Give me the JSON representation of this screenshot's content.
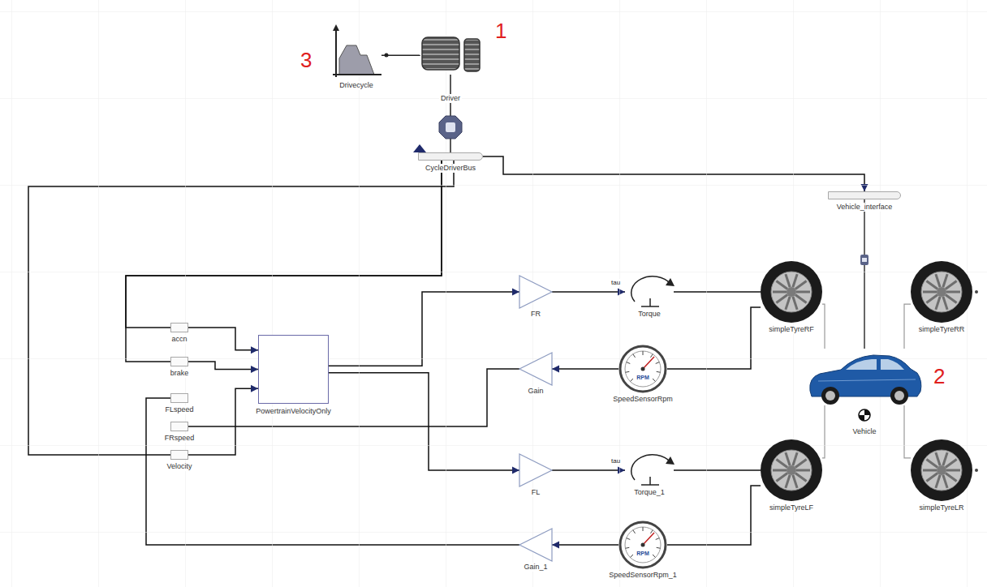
{
  "diagram": {
    "nodes": [
      {
        "text": [
          "Drivecycle"
        ]
      },
      {
        "text": [
          "Driver"
        ]
      },
      {
        "text": [
          "CycleDriverBus"
        ]
      },
      {
        "text": [
          "Vehicle_interface"
        ]
      },
      {
        "text": [
          "FR"
        ]
      },
      {
        "text": [
          "Torque"
        ]
      },
      {
        "text": [
          "simpleTyreRF"
        ]
      },
      {
        "text": [
          "simpleTyreRR"
        ]
      },
      {
        "text": [
          "accn"
        ]
      },
      {
        "text": [
          "brake"
        ]
      },
      {
        "text": [
          "PowertrainVelocityOnly"
        ]
      },
      {
        "text": [
          "SpeedSensorRpm"
        ]
      },
      {
        "text": [
          "Gain"
        ]
      },
      {
        "text": [
          "Vehicle"
        ]
      },
      {
        "text": [
          "FLspeed"
        ]
      },
      {
        "text": [
          "FRspeed"
        ]
      },
      {
        "text": [
          "Velocity"
        ]
      },
      {
        "text": [
          "FL"
        ]
      },
      {
        "text": [
          "Torque_1"
        ]
      },
      {
        "text": [
          "simpleTyreLF"
        ]
      },
      {
        "text": [
          "simpleTyreLR"
        ]
      },
      {
        "text": [
          "Gain_1"
        ]
      },
      {
        "text": [
          "SpeedSensorRpm_1"
        ]
      }
    ],
    "edges": [
      {
        "from": 0,
        "to": 1,
        "arrow": "none"
      },
      {
        "from": 1,
        "to": 2,
        "arrow": "none"
      },
      {
        "from": 2,
        "to": 3,
        "arrow": "to"
      },
      {
        "from": 3,
        "to": 13,
        "arrow": "none"
      },
      {
        "from": 2,
        "to": 8,
        "arrow": "none"
      },
      {
        "from": 2,
        "to": 9,
        "arrow": "none"
      },
      {
        "from": 2,
        "to": 16,
        "arrow": "none"
      },
      {
        "from": 8,
        "to": 10,
        "arrow": "to"
      },
      {
        "from": 9,
        "to": 10,
        "arrow": "to"
      },
      {
        "from": 16,
        "to": 10,
        "arrow": "to"
      },
      {
        "from": 10,
        "to": 4,
        "arrow": "to"
      },
      {
        "from": 10,
        "to": 17,
        "arrow": "to"
      },
      {
        "from": 4,
        "to": 5,
        "arrow": "to"
      },
      {
        "from": 17,
        "to": 18,
        "arrow": "to"
      },
      {
        "from": 5,
        "to": 6,
        "arrow": "none"
      },
      {
        "from": 18,
        "to": 19,
        "arrow": "none"
      },
      {
        "from": 6,
        "to": 11,
        "arrow": "none"
      },
      {
        "from": 19,
        "to": 22,
        "arrow": "none"
      },
      {
        "from": 11,
        "to": 12,
        "arrow": "to"
      },
      {
        "from": 22,
        "to": 21,
        "arrow": "to"
      },
      {
        "from": 12,
        "to": 15,
        "arrow": "none"
      },
      {
        "from": 21,
        "to": 14,
        "arrow": "none"
      },
      {
        "from": 6,
        "to": 13,
        "arrow": "none"
      },
      {
        "from": 7,
        "to": 13,
        "arrow": "none"
      },
      {
        "from": 19,
        "to": 13,
        "arrow": "none"
      },
      {
        "from": 20,
        "to": 13,
        "arrow": "none"
      }
    ],
    "labels": [
      "1",
      "2",
      "3",
      "tau",
      "tau",
      "RPM",
      "RPM"
    ]
  }
}
